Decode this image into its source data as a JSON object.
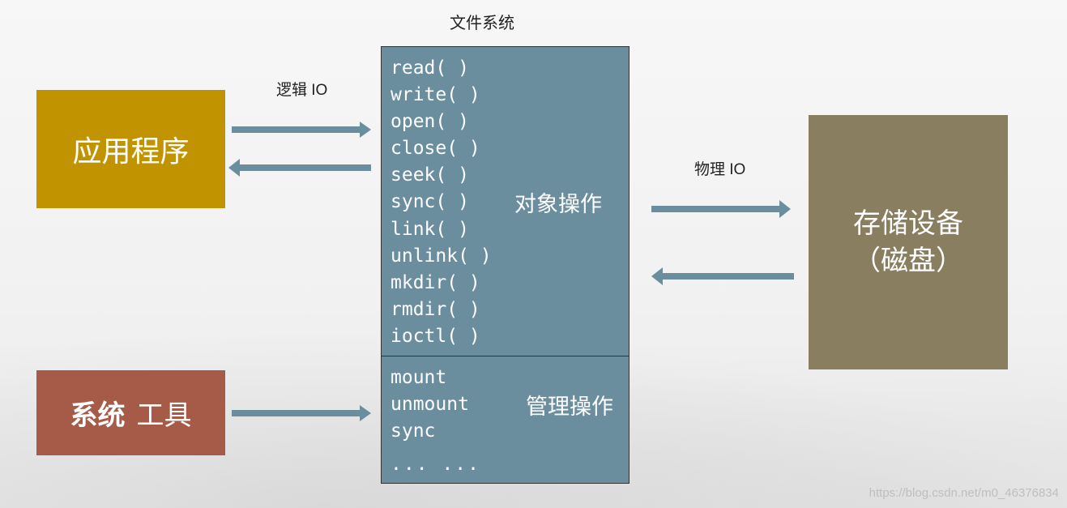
{
  "fs_title": "文件系统",
  "labels": {
    "logical_io": "逻辑 IO",
    "physical_io": "物理 IO"
  },
  "boxes": {
    "app": "应用程序",
    "tools_bold": "系统",
    "tools_rest": "工具",
    "storage_line1": "存储设备",
    "storage_line2": "（磁盘）"
  },
  "fs": {
    "object_ops": [
      "read( )",
      "write( )",
      "open( )",
      "close( )",
      "seek( )",
      "sync( )",
      "link( )",
      "unlink( )",
      "mkdir( )",
      "rmdir( )",
      "ioctl( )"
    ],
    "object_label": "对象操作",
    "mgmt_ops": [
      "mount",
      "unmount",
      "sync"
    ],
    "mgmt_dots": "... ...",
    "mgmt_label": "管理操作"
  },
  "colors": {
    "app": "#c29300",
    "tools": "#a65b48",
    "storage": "#8a7e60",
    "fs": "#6b8e9f",
    "arrow": "#6b8e9f"
  },
  "watermark": "https://blog.csdn.net/m0_46376834"
}
